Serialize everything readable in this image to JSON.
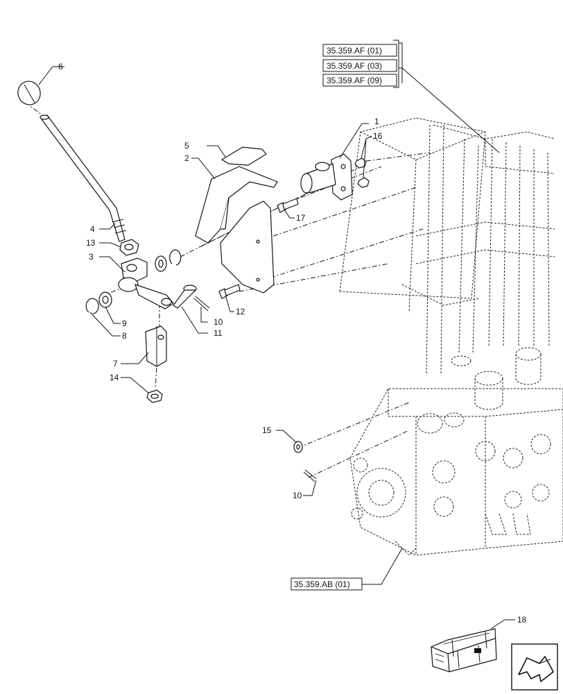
{
  "callouts": {
    "c1": "1",
    "c2": "2",
    "c3": "3",
    "c4": "4",
    "c5": "5",
    "c6": "6",
    "c7": "7",
    "c8": "8",
    "c9": "9",
    "c10a": "10",
    "c10b": "10",
    "c11": "11",
    "c12": "12",
    "c13": "13",
    "c14": "14",
    "c15": "15",
    "c16": "16",
    "c17": "17",
    "c18": "18"
  },
  "references": {
    "af01": "35.359.AF (01)",
    "af03": "35.359.AF (03)",
    "af09": "35.359.AF (09)",
    "ab01": "35.359.AB (01)"
  },
  "icons": {
    "kit": "crate-kit-icon",
    "nav": "navigation-arrow-icon"
  }
}
